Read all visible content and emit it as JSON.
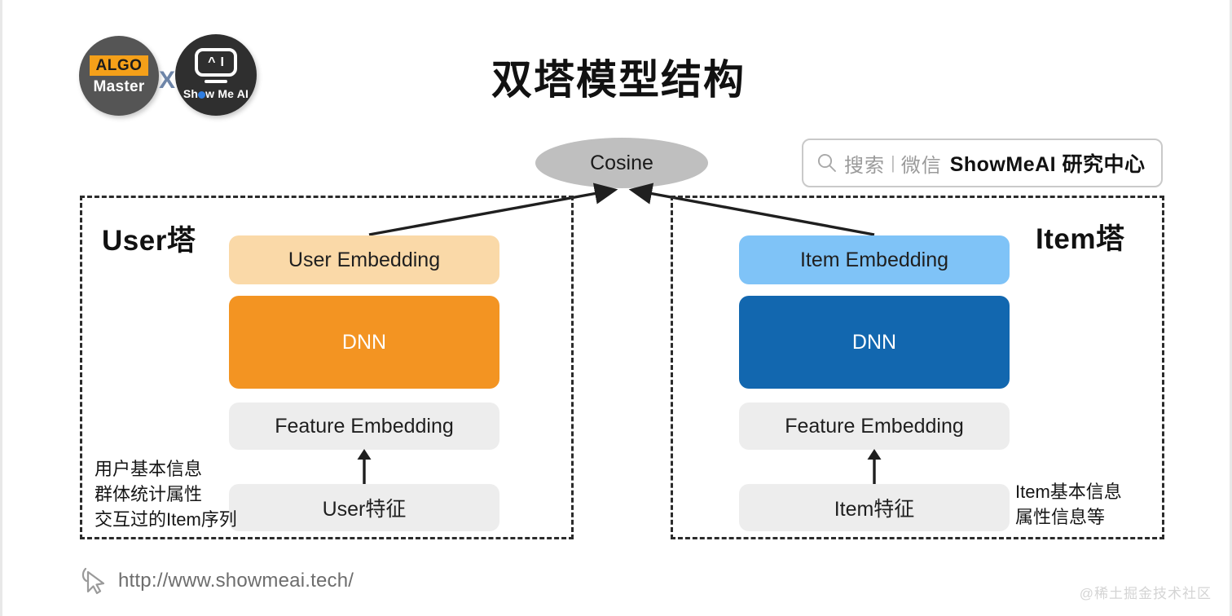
{
  "slide": {
    "title": "双塔模型结构",
    "watermark": "@稀土掘金技术社区"
  },
  "logos": {
    "algo": {
      "badge": "ALGO",
      "name": "Master"
    },
    "separator": "X",
    "showmeai": {
      "name_prefix": "Sh",
      "name_suffix": "w Me AI",
      "screen_glyphs": "^ I"
    }
  },
  "search": {
    "icon": "search-icon",
    "placeholder": "搜索",
    "separator": "|",
    "channel": "微信",
    "account": "ShowMeAI 研究中心"
  },
  "diagram": {
    "cosine": "Cosine",
    "user_tower": {
      "label": "User塔",
      "embedding": "User Embedding",
      "dnn": "DNN",
      "feature_embedding": "Feature Embedding",
      "raw_features": "User特征",
      "annotation": "用户基本信息\n群体统计属性\n交互过的Item序列"
    },
    "item_tower": {
      "label": "Item塔",
      "embedding": "Item Embedding",
      "dnn": "DNN",
      "feature_embedding": "Feature Embedding",
      "raw_features": "Item特征",
      "annotation": "Item基本信息\n属性信息等"
    }
  },
  "footer": {
    "url": "http://www.showmeai.tech/",
    "cursor_icon": "cursor-icon"
  },
  "colors": {
    "user_embedding": "#fad9a8",
    "user_dnn": "#f39422",
    "item_embedding": "#7fc3f7",
    "item_dnn": "#1267af",
    "feature_box": "#ededed",
    "cosine": "#bfbfbf",
    "stroke": "#2b2b2b"
  }
}
